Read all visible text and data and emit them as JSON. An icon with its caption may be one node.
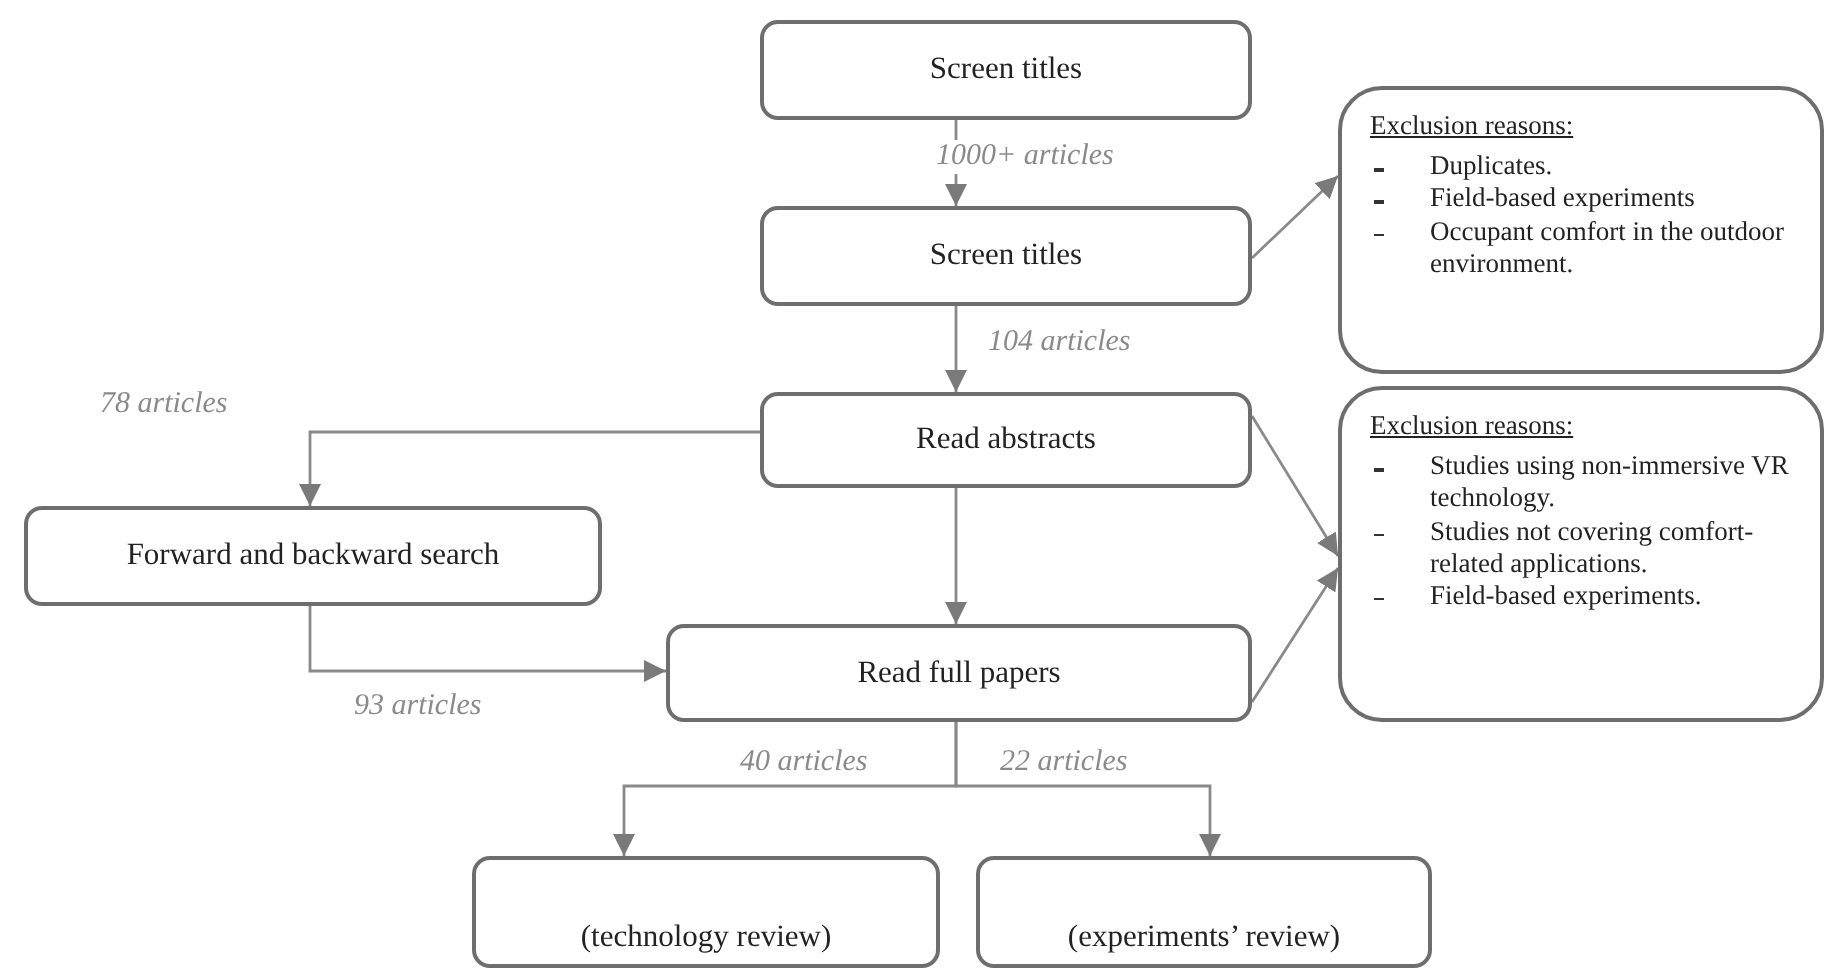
{
  "diagram": {
    "nodes": [
      {
        "text": [
          "Screen titles"
        ]
      },
      {
        "text": [
          "Screen titles"
        ]
      },
      {
        "text": [
          "Exclusion reasons:",
          "Duplicates.",
          "Field-based experiments",
          "Occupant comfort in the outdoor environment."
        ]
      },
      {
        "text": [
          "Read abstracts"
        ]
      },
      {
        "text": [
          "Forward and backward search"
        ]
      },
      {
        "text": [
          "Read full papers"
        ]
      },
      {
        "text": [
          "Exclusion reasons:",
          "Studies using non-immersive VR technology.",
          "Studies not covering comfort-related applications.",
          "Field-based experiments."
        ]
      },
      {
        "text": [
          "(technology review)"
        ]
      },
      {
        "text": [
          "(experiments’ review)"
        ]
      }
    ],
    "edges": [
      {
        "from": 0,
        "to": 1,
        "arrow": "to",
        "label": "1000+ articles"
      },
      {
        "from": 1,
        "to": 2,
        "arrow": "to"
      },
      {
        "from": 1,
        "to": 3,
        "arrow": "to",
        "label": "104 articles"
      },
      {
        "from": 3,
        "to": 4,
        "arrow": "to",
        "label": "78 articles"
      },
      {
        "from": 3,
        "to": 5,
        "arrow": "to"
      },
      {
        "from": 4,
        "to": 5,
        "arrow": "to",
        "label": "93 articles"
      },
      {
        "from": 3,
        "to": 6,
        "arrow": "to"
      },
      {
        "from": 5,
        "to": 6,
        "arrow": "to"
      },
      {
        "from": 5,
        "to": 7,
        "arrow": "to",
        "label": "40 articles"
      },
      {
        "from": 5,
        "to": 8,
        "arrow": "to",
        "label": "22 articles"
      }
    ]
  }
}
